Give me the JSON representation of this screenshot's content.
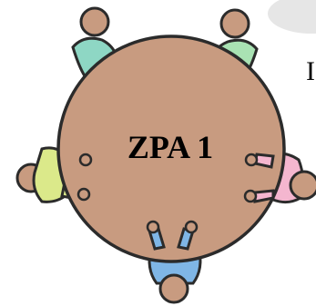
{
  "table": {
    "label": "ZPA 1",
    "fill_color": "#c89b80",
    "outline_color": "#2b2b2b"
  },
  "edge_text": {
    "partial_letter": "I"
  },
  "people": [
    {
      "seat": "top-left",
      "shirt_color": "#8ed7c4"
    },
    {
      "seat": "top-right",
      "shirt_color": "#a9e2b3"
    },
    {
      "seat": "left",
      "shirt_color": "#dbe98a"
    },
    {
      "seat": "right",
      "shirt_color": "#f4b6cf"
    },
    {
      "seat": "bottom",
      "shirt_color": "#7fb6e6"
    }
  ],
  "skin_color": "#c89b80",
  "background_blob_color": "#e6e6e6"
}
